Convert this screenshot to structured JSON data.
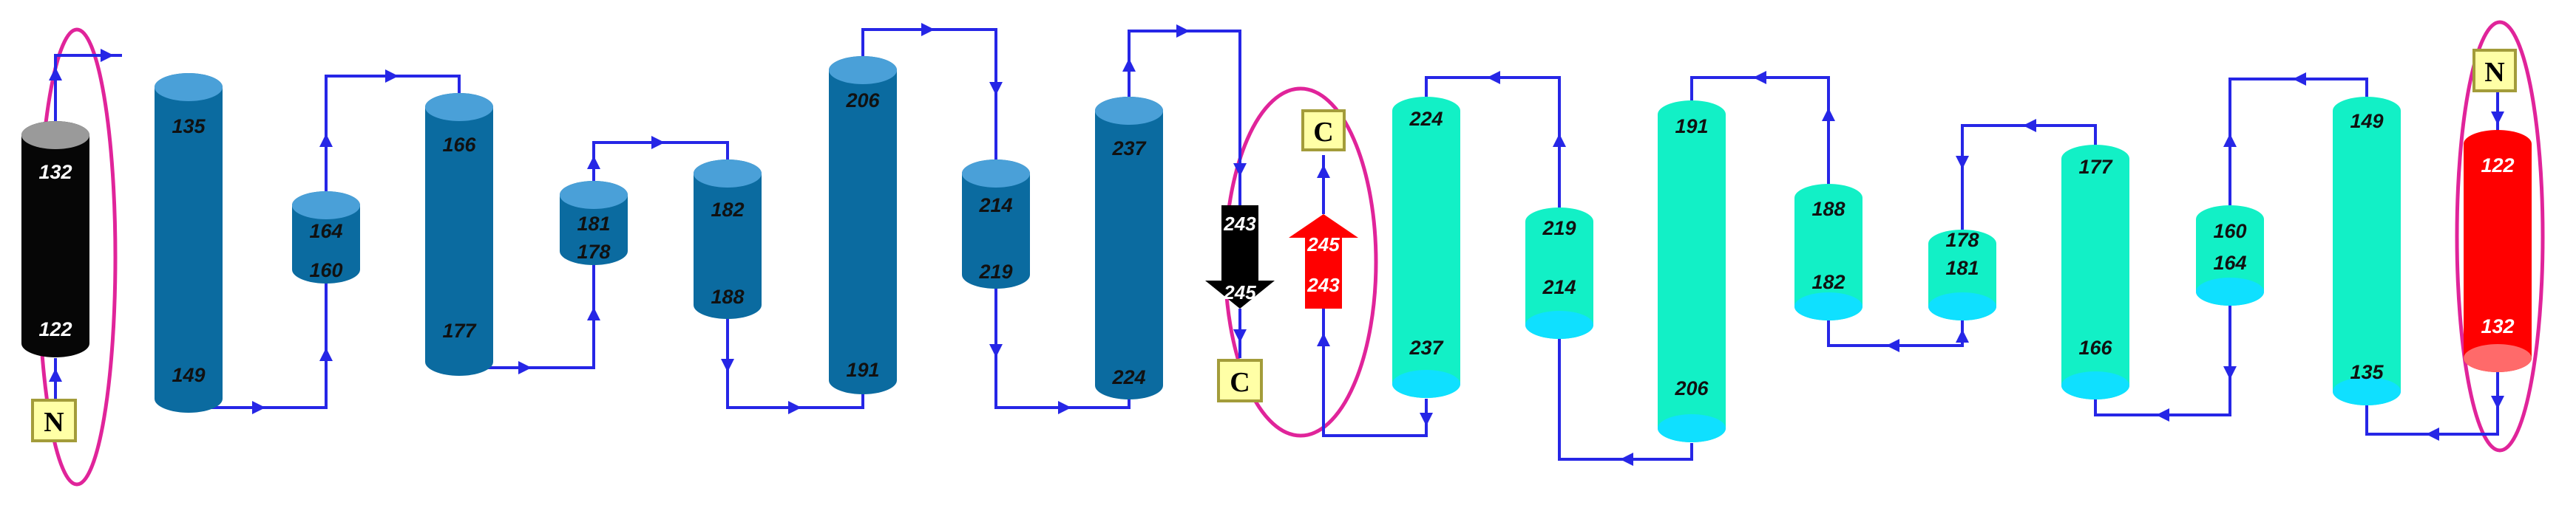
{
  "colors": {
    "left_cyl": "#0b6ba0",
    "left_cyl_top": "#4aa0d8",
    "right_cyl": "#12f0c6",
    "right_cyl_bottom": "#0fe0ff",
    "black_cyl": "#060606",
    "black_cyl_top": "#9a9a9a",
    "red_cyl": "#ff0000",
    "red_cyl_bottom": "#ff6a6a",
    "loop": "#2626e6",
    "ellipse": "#e0249a",
    "terminus_fill": "#ffffa6",
    "terminus_stroke": "#a39c3a",
    "strand_black": "#000000",
    "strand_red": "#ff0000"
  },
  "left_helices": [
    {
      "top_label": "132",
      "bottom_label": "122",
      "color": "black"
    },
    {
      "top_label": "135",
      "bottom_label": "149",
      "color": "blue"
    },
    {
      "top_label": "164",
      "bottom_label": "160",
      "color": "blue"
    },
    {
      "top_label": "166",
      "bottom_label": "177",
      "color": "blue"
    },
    {
      "top_label": "181",
      "bottom_label": "178",
      "color": "blue"
    },
    {
      "top_label": "182",
      "bottom_label": "188",
      "color": "blue"
    },
    {
      "top_label": "206",
      "bottom_label": "191",
      "color": "blue"
    },
    {
      "top_label": "214",
      "bottom_label": "219",
      "color": "blue"
    },
    {
      "top_label": "237",
      "bottom_label": "224",
      "color": "blue"
    }
  ],
  "right_helices": [
    {
      "top_label": "224",
      "bottom_label": "237",
      "color": "cyan"
    },
    {
      "top_label": "219",
      "bottom_label": "214",
      "color": "cyan"
    },
    {
      "top_label": "191",
      "bottom_label": "206",
      "color": "cyan"
    },
    {
      "top_label": "188",
      "bottom_label": "182",
      "color": "cyan"
    },
    {
      "top_label": "178",
      "bottom_label": "181",
      "color": "cyan"
    },
    {
      "top_label": "177",
      "bottom_label": "166",
      "color": "cyan"
    },
    {
      "top_label": "160",
      "bottom_label": "164",
      "color": "cyan"
    },
    {
      "top_label": "149",
      "bottom_label": "135",
      "color": "cyan"
    },
    {
      "top_label": "122",
      "bottom_label": "132",
      "color": "red"
    }
  ],
  "strands": [
    {
      "top_label": "243",
      "bottom_label": "245",
      "direction": "down",
      "color": "black"
    },
    {
      "top_label": "245",
      "bottom_label": "243",
      "direction": "up",
      "color": "red"
    }
  ],
  "termini": {
    "left_n": "N",
    "left_c": "C",
    "right_c": "C",
    "right_n": "N"
  }
}
